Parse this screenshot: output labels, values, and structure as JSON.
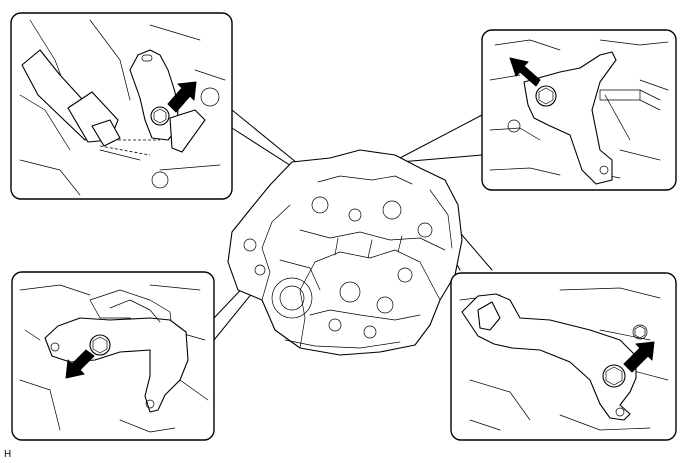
{
  "figure": {
    "ref_code": "H",
    "colors": {
      "line": "#000000",
      "background": "#ffffff"
    }
  },
  "detail_views": [
    {
      "name": "upper-left-detail",
      "shows": "bracket-bolt-and-connector"
    },
    {
      "name": "upper-right-detail",
      "shows": "bracket-bolt"
    },
    {
      "name": "lower-left-detail",
      "shows": "bracket-bolt"
    },
    {
      "name": "lower-right-detail",
      "shows": "bracket-bolt"
    }
  ],
  "icons": [
    "arrow-icon",
    "bolt-icon",
    "transaxle-assembly"
  ]
}
